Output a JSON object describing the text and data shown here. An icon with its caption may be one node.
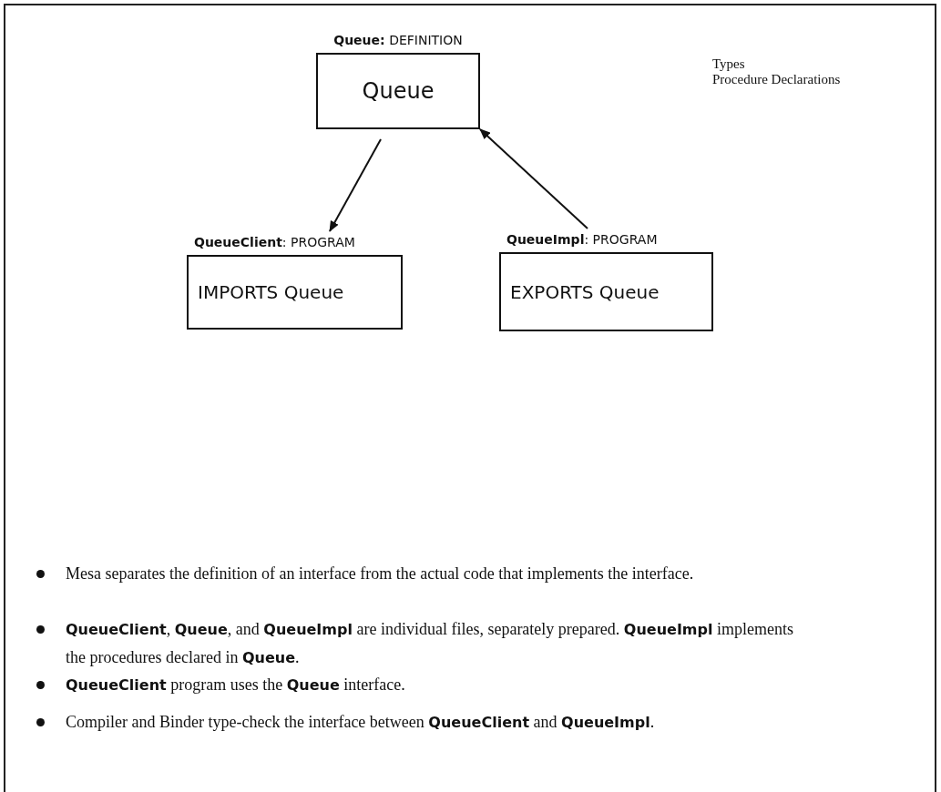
{
  "diagram": {
    "nodes": [
      {
        "text": [
          "**Queue:** DEFINITION",
          "Queue"
        ]
      },
      {
        "text": [
          "**QueueClient**: PROGRAM",
          "IMPORTS Queue"
        ]
      },
      {
        "text": [
          "**QueueImpl**: PROGRAM",
          "EXPORTS Queue"
        ]
      }
    ],
    "edges": [
      {
        "from": 0,
        "to": 1,
        "arrow": "to"
      },
      {
        "from": 2,
        "to": 0,
        "arrow": "to"
      }
    ],
    "labels": [
      "Types",
      "Procedure Declarations",
      "Mesa separates the definition of an interface from the actual code that implements the interface.",
      "**QueueClient**, **Queue**, and **QueueImpl** are individual files, separately prepared. **QueueImpl** implements the procedures declared in **Queue**.",
      "**QueueClient** program uses the **Queue** interface.",
      "Compiler and Binder type-check the interface between **QueueClient** and **QueueImpl**."
    ]
  }
}
